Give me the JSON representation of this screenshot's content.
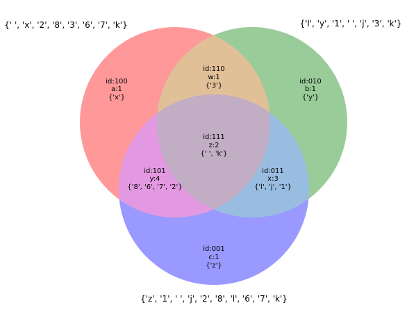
{
  "colors": {
    "set_a": "#ff9999",
    "set_b": "#99cc99",
    "set_c": "#9999ff",
    "region_110": "#e1bf97",
    "region_101": "#e399e1",
    "region_011": "#99bde0",
    "region_111": "#c1adc4"
  },
  "set_labels": {
    "a": "{' ', 'x', '2', '8', '3', '6', '7', 'k'}",
    "b": "{'l', 'y', '1', ' ', 'j', '3', 'k'}",
    "c": "{'z', '1', ' ', 'j', '2', '8', 'l', '6', '7', 'k'}"
  },
  "regions": {
    "r100": {
      "id": "id:100",
      "count": "a:1",
      "elements": "{'x'}"
    },
    "r010": {
      "id": "id:010",
      "count": "b:1",
      "elements": "{'y'}"
    },
    "r001": {
      "id": "id:001",
      "count": "c:1",
      "elements": "{'z'}"
    },
    "r110": {
      "id": "id:110",
      "count": "w:1",
      "elements": "{'3'}"
    },
    "r101": {
      "id": "id:101",
      "count": "y:4",
      "elements": "{'8', '6', '7', '2'}"
    },
    "r011": {
      "id": "id:011",
      "count": "x:3",
      "elements": "{'l', 'j', '1'}"
    },
    "r111": {
      "id": "id:111",
      "count": "z:2",
      "elements": "{' ', 'k'}"
    }
  }
}
